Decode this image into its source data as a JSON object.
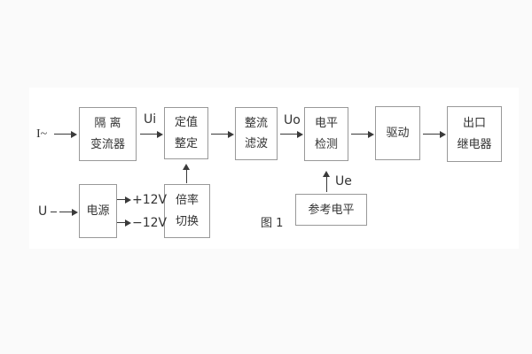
{
  "figure": {
    "caption": "图 1"
  },
  "labels": {
    "current_input": "I~",
    "voltage_input": "U",
    "ui": "Ui",
    "uo": "Uo",
    "ue": "Ue",
    "plus12": "+12V",
    "minus12": "−12V"
  },
  "blocks": {
    "isolation": {
      "line1": "隔 离",
      "line2": "变流器"
    },
    "setting": {
      "line1": "定值",
      "line2": "整定"
    },
    "rectify": {
      "line1": "整流",
      "line2": "滤波"
    },
    "level": {
      "line1": "电平",
      "line2": "检测"
    },
    "drive": {
      "label": "驱动"
    },
    "output_relay": {
      "line1": "出口",
      "line2": "继电器"
    },
    "power": {
      "label": "电源"
    },
    "ratio": {
      "line1": "倍率",
      "line2": "切换"
    },
    "reference": {
      "label": "参考电平"
    }
  },
  "colors": {
    "page_background": "#fafafa",
    "diagram_background": "#ffffff",
    "box_border": "#999999",
    "line": "#3a3a3a",
    "text": "#333333"
  }
}
